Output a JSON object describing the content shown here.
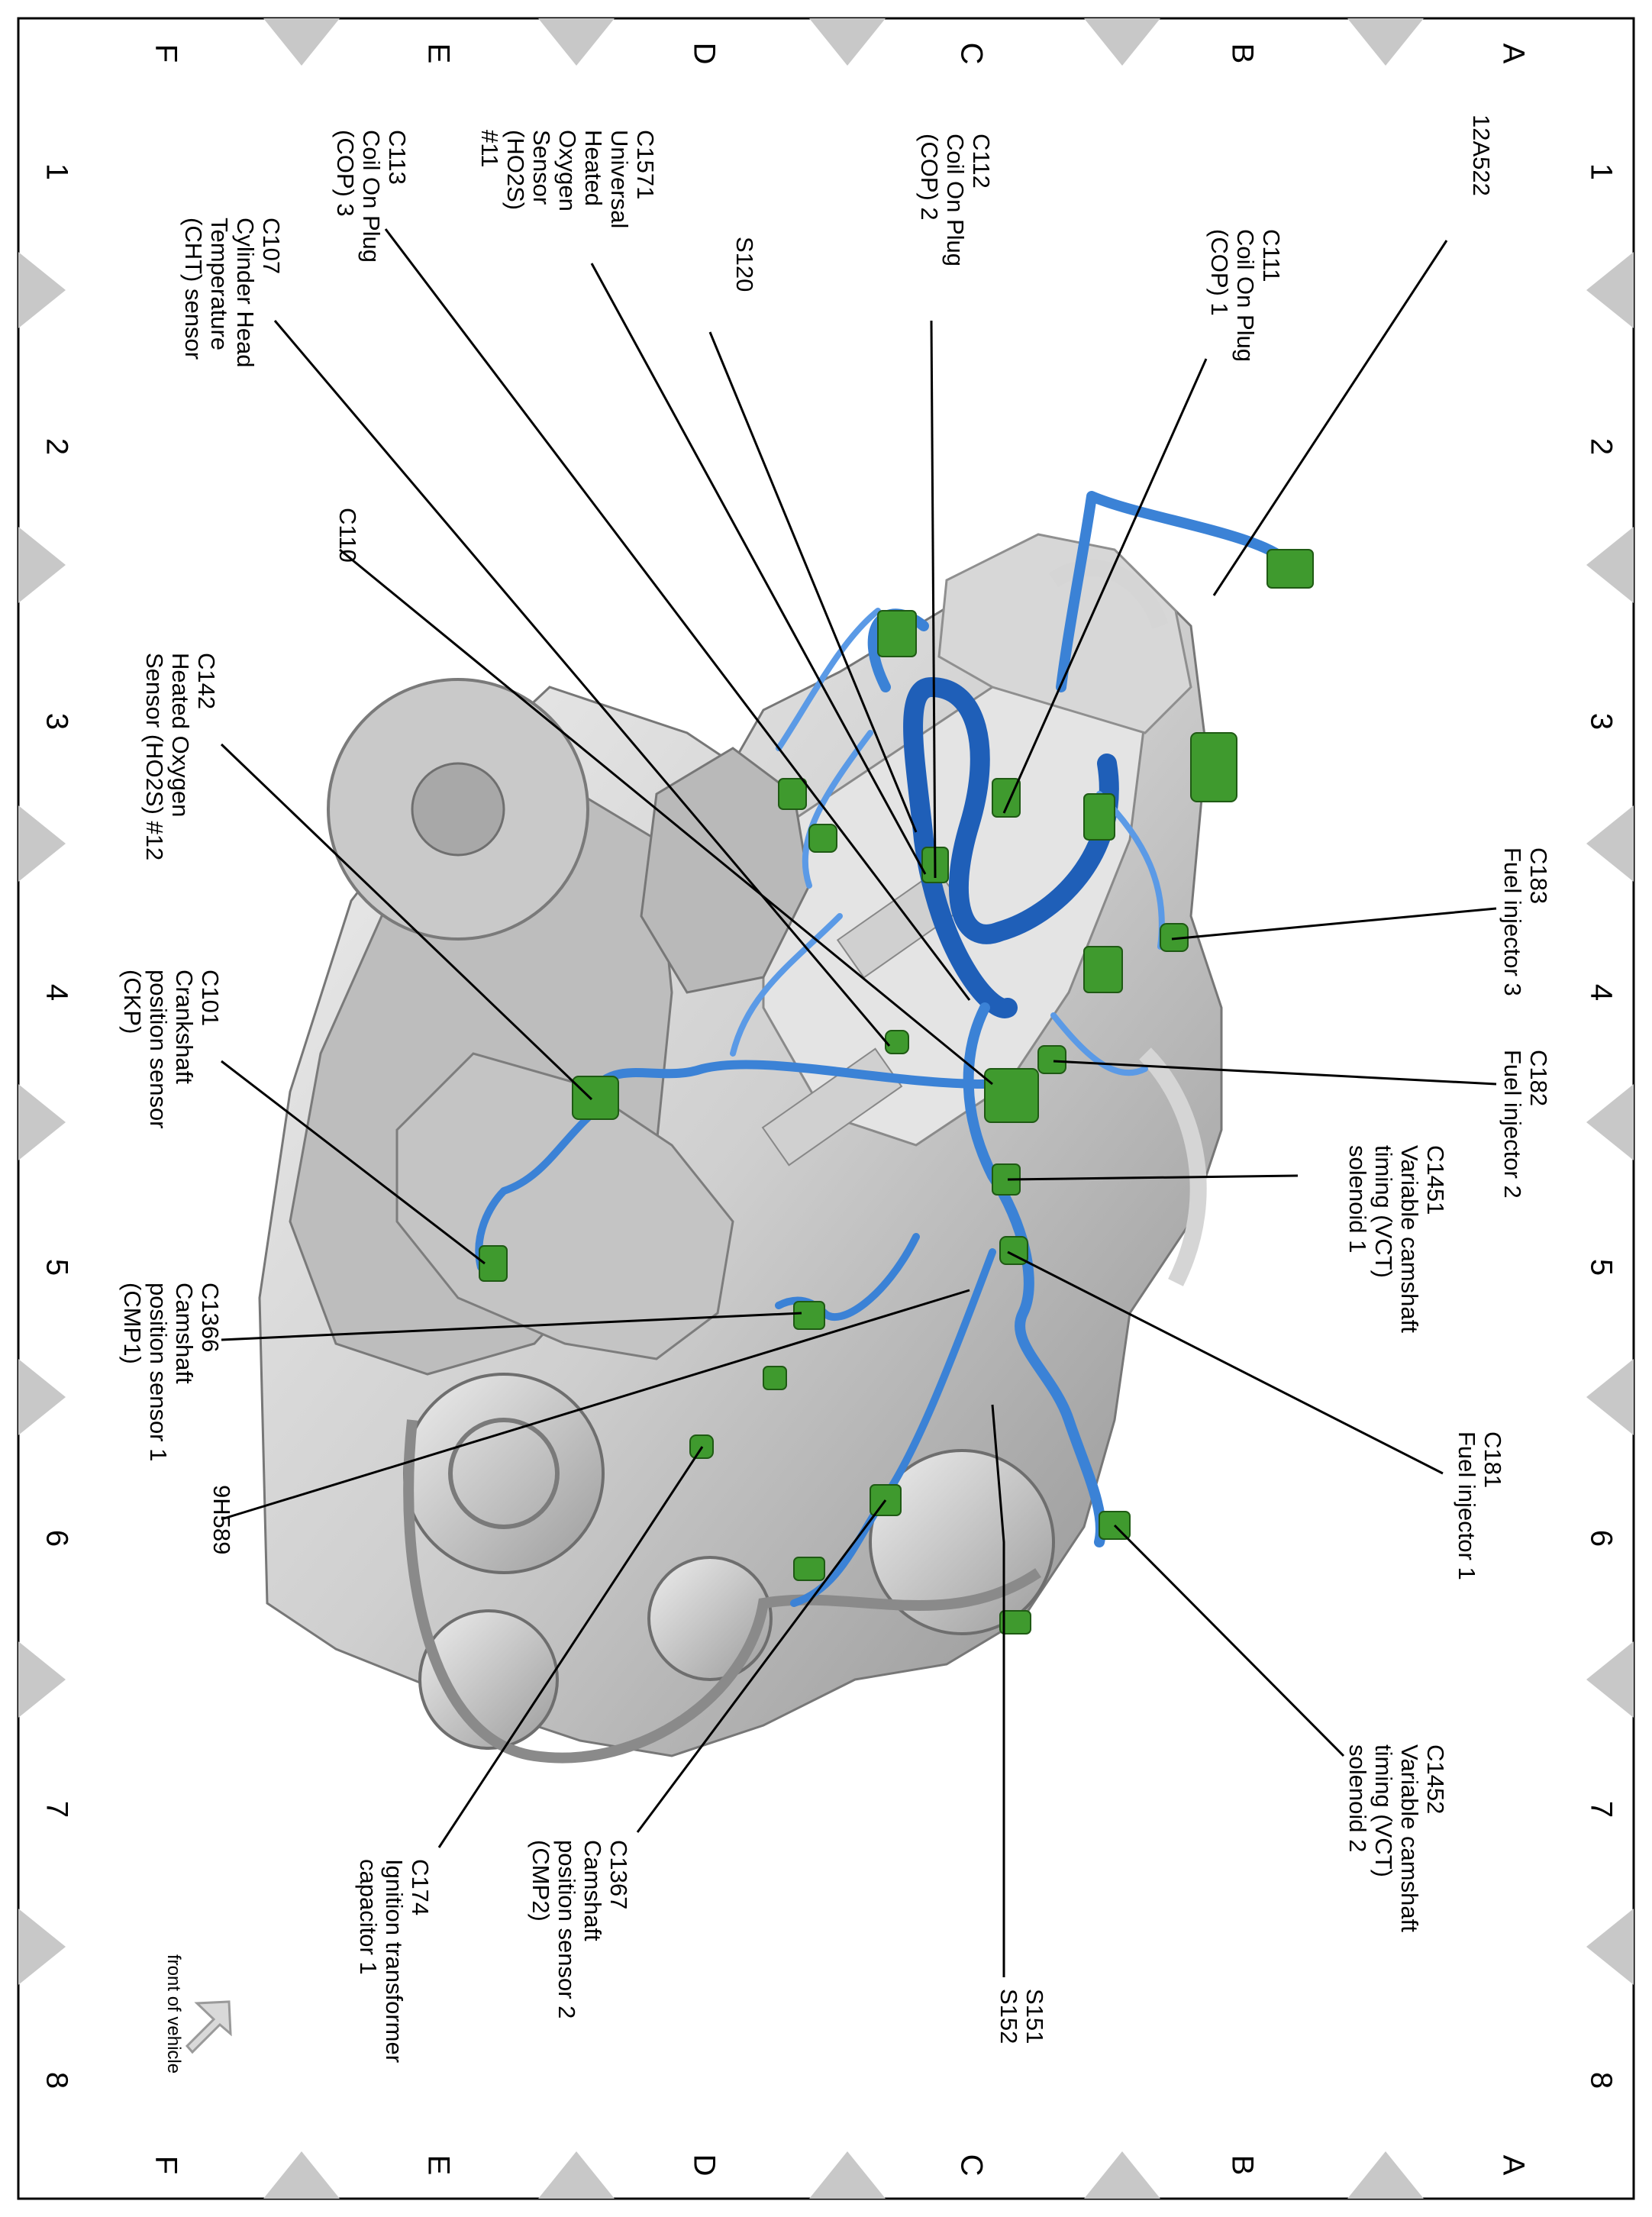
{
  "grid": {
    "row_letters": [
      "A",
      "B",
      "C",
      "D",
      "E",
      "F"
    ],
    "column_numbers": [
      "1",
      "2",
      "3",
      "4",
      "5",
      "6",
      "7",
      "8"
    ]
  },
  "callouts": [
    {
      "id": "12a522",
      "lines": [
        "12A522"
      ]
    },
    {
      "id": "c111",
      "lines": [
        "C111",
        "Coil On Plug",
        "(COP) 1"
      ]
    },
    {
      "id": "c112",
      "lines": [
        "C112",
        "Coil On Plug",
        "(COP) 2"
      ]
    },
    {
      "id": "s120",
      "lines": [
        "S120"
      ]
    },
    {
      "id": "c1571",
      "lines": [
        "C1571",
        "Universal",
        "Heated",
        "Oxygen",
        "Sensor",
        "(HO2S)",
        "#11"
      ]
    },
    {
      "id": "c113",
      "lines": [
        "C113",
        "Coil On Plug",
        "(COP) 3"
      ]
    },
    {
      "id": "c107",
      "lines": [
        "C107",
        "Cylinder Head",
        "Temperature",
        "(CHT) sensor"
      ]
    },
    {
      "id": "c110",
      "lines": [
        "C110"
      ]
    },
    {
      "id": "c142",
      "lines": [
        "C142",
        "Heated Oxygen",
        "Sensor (HO2S) #12"
      ]
    },
    {
      "id": "c101",
      "lines": [
        "C101",
        "Crankshaft",
        "position sensor",
        "(CKP)"
      ]
    },
    {
      "id": "c1366",
      "lines": [
        "C1366",
        "Camshaft",
        "position sensor 1",
        "(CMP1)"
      ]
    },
    {
      "id": "9h589",
      "lines": [
        "9H589"
      ]
    },
    {
      "id": "c183",
      "lines": [
        "C183",
        "Fuel injector 3"
      ]
    },
    {
      "id": "c182",
      "lines": [
        "C182",
        "Fuel injector 2"
      ]
    },
    {
      "id": "c1451",
      "lines": [
        "C1451",
        "Variable camshaft",
        "timing (VCT)",
        "solenoid 1"
      ]
    },
    {
      "id": "c181",
      "lines": [
        "C181",
        "Fuel injector 1"
      ]
    },
    {
      "id": "c1452",
      "lines": [
        "C1452",
        "Variable camshaft",
        "timing (VCT)",
        "solenoid 2"
      ]
    },
    {
      "id": "s151",
      "lines": [
        "S151",
        "S152"
      ]
    },
    {
      "id": "c1367",
      "lines": [
        "C1367",
        "Camshaft",
        "position sensor 2",
        "(CMP2)"
      ]
    },
    {
      "id": "c174",
      "lines": [
        "C174",
        "Ignition transformer",
        "capacitor 1"
      ]
    }
  ],
  "orientation_label": "front of vehicle",
  "colors": {
    "harness": "#3b82d6",
    "harness_dark": "#1f5fb8",
    "connector": "#3f9a2e",
    "engine": "#cfcfcf",
    "engine_shadow": "#9a9a9a",
    "grid_marker": "#c8c8c8"
  }
}
